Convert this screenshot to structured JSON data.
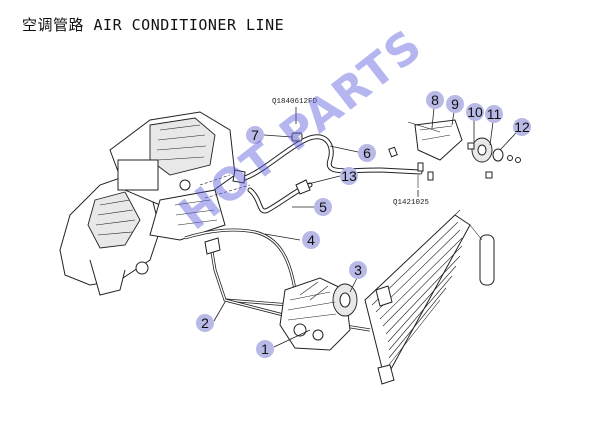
{
  "title": "空调管路 AIR CONDITIONER LINE",
  "watermark": "HOT PARTS",
  "codes": {
    "top": "Q1840612FD",
    "right": "Q1421025"
  },
  "callouts": [
    "1",
    "2",
    "3",
    "4",
    "5",
    "6",
    "7",
    "8",
    "9",
    "10",
    "11",
    "12",
    "13"
  ],
  "colors": {
    "callout_fill": "#b9b9e8",
    "watermark": "#5a5adc"
  }
}
